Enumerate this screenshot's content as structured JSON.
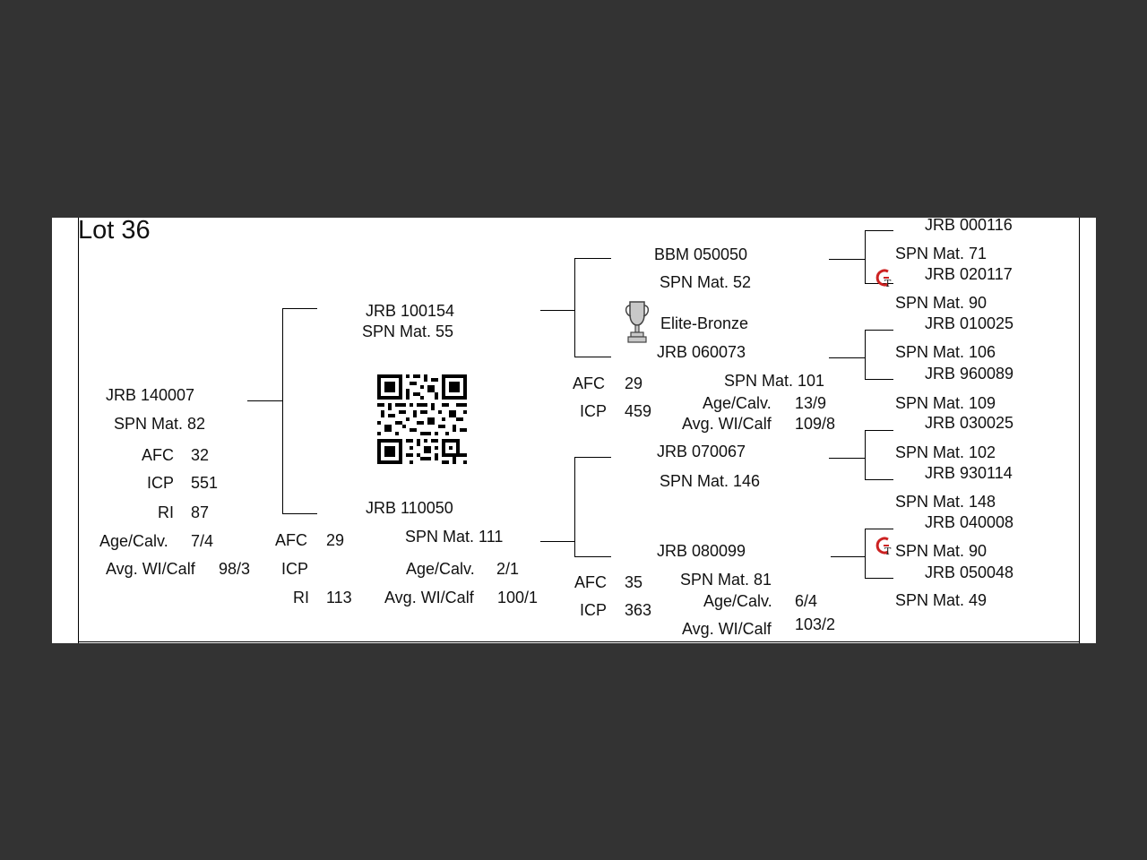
{
  "title": "Lot 36",
  "subject": {
    "id": "JRB 140007",
    "spn": "SPN Mat. 82",
    "afc_label": "AFC",
    "afc": "32",
    "icp_label": "ICP",
    "icp": "551",
    "ri_label": "RI",
    "ri": "87",
    "age_label": "Age/Calv.",
    "age": "7/4",
    "wi_label": "Avg. WI/Calf",
    "wi": "98/3"
  },
  "sire": {
    "id": "JRB 100154",
    "spn": "SPN Mat. 55"
  },
  "dam": {
    "id": "JRB 110050",
    "spn": "SPN Mat. 111",
    "afc_label": "AFC",
    "afc": "29",
    "icp_label": "ICP",
    "ri_label": "RI",
    "ri": "113",
    "age_label": "Age/Calv.",
    "age": "2/1",
    "wi_label": "Avg. WI/Calf",
    "wi": "100/1"
  },
  "grandparents": {
    "ss": {
      "id": "BBM 050050",
      "spn": "SPN Mat. 52",
      "award": "Elite-Bronze"
    },
    "sd": {
      "id": "JRB 060073",
      "spn": "SPN Mat. 101",
      "afc_label": "AFC",
      "afc": "29",
      "icp_label": "ICP",
      "icp": "459",
      "age_label": "Age/Calv.",
      "age": "13/9",
      "wi_label": "Avg. WI/Calf",
      "wi": "109/8"
    },
    "ds": {
      "id": "JRB 070067",
      "spn": "SPN Mat. 146"
    },
    "dd": {
      "id": "JRB 080099",
      "spn": "SPN Mat. 81",
      "afc_label": "AFC",
      "afc": "35",
      "icp_label": "ICP",
      "icp": "363",
      "age_label": "Age/Calv.",
      "age": "6/4",
      "wi_label": "Avg. WI/Calf",
      "wi": "103/2"
    }
  },
  "great_grandparents": [
    {
      "id": "JRB 000116",
      "spn": "SPN Mat. 71"
    },
    {
      "id": "JRB 020117",
      "spn": "SPN Mat. 90"
    },
    {
      "id": "JRB 010025",
      "spn": "SPN Mat. 106"
    },
    {
      "id": "JRB 960089",
      "spn": "SPN Mat. 109"
    },
    {
      "id": "JRB 030025",
      "spn": "SPN Mat. 102"
    },
    {
      "id": "JRB 930114",
      "spn": "SPN Mat. 148"
    },
    {
      "id": "JRB 040008",
      "spn": "SPN Mat. 90"
    },
    {
      "id": "JRB 050048",
      "spn": "SPN Mat. 49"
    }
  ],
  "icons": {
    "qr": "qr-code-icon",
    "trophy": "trophy-icon",
    "genotyped": "gt-icon",
    "accent": "#cc2222"
  }
}
